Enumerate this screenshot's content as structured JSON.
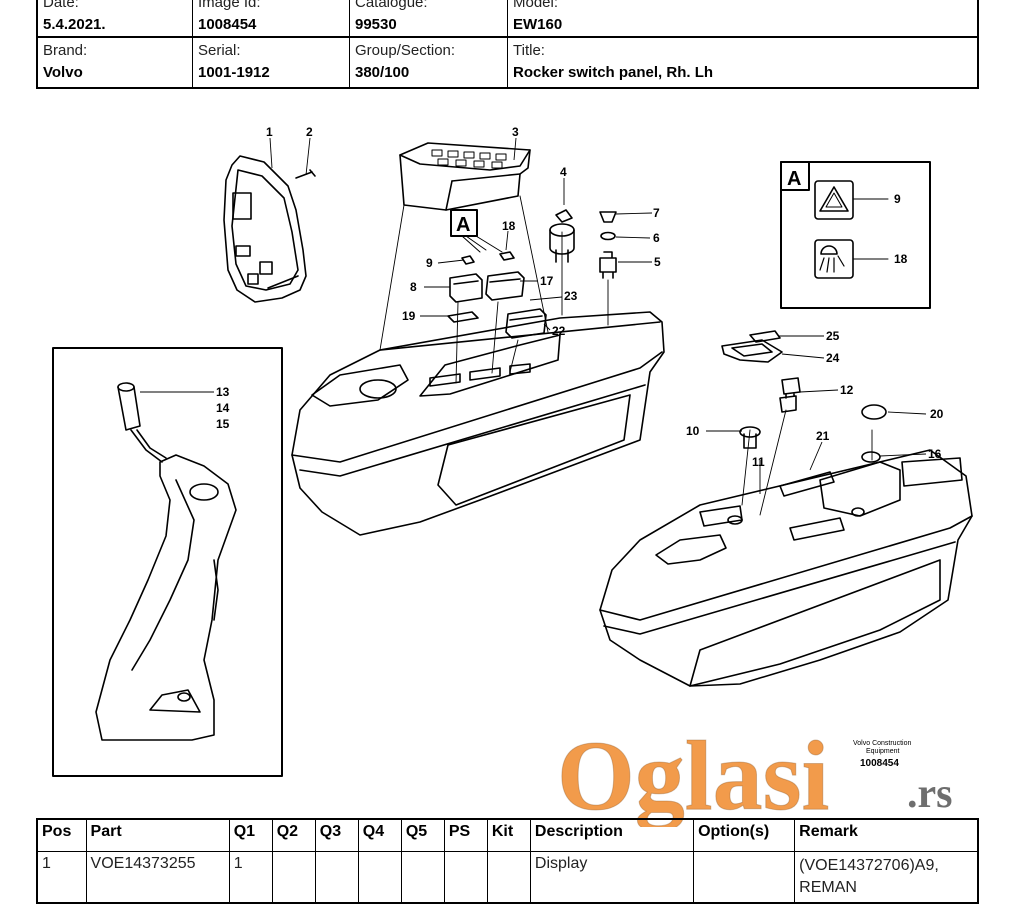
{
  "header": {
    "date_label": "Date:",
    "date_value": "5.4.2021.",
    "image_label": "Image Id:",
    "image_value": "1008454",
    "catalogue_label": "Catalogue:",
    "catalogue_value": "99530",
    "model_label": "Model:",
    "model_value": "EW160",
    "brand_label": "Brand:",
    "brand_value": "Volvo",
    "serial_label": "Serial:",
    "serial_value": "1001-1912",
    "group_label": "Group/Section:",
    "group_value": "380/100",
    "title_label": "Title:",
    "title_value": "Rocker switch panel, Rh. Lh"
  },
  "diagram": {
    "callouts": {
      "n1": "1",
      "n2": "2",
      "n3": "3",
      "n4": "4",
      "n5": "5",
      "n6": "6",
      "n7": "7",
      "n8": "8",
      "n9": "9",
      "n10": "10",
      "n11": "11",
      "n12": "12",
      "n13": "13",
      "n14": "14",
      "n15": "15",
      "n16": "16",
      "n17": "17",
      "n18": "18",
      "n19": "19",
      "n20": "20",
      "n21": "21",
      "n22": "22",
      "n23": "23",
      "n24": "24",
      "n25": "25",
      "detail_9": "9",
      "detail_18": "18",
      "inset_9": "9",
      "inset_18": "18"
    },
    "detail_letter": "A",
    "inset_letter": "A",
    "stamp_line1": "Volvo Construction",
    "stamp_line2": "Equipment",
    "stamp_id": "1008454"
  },
  "parts_table": {
    "headers": [
      "Pos",
      "Part",
      "Q1",
      "Q2",
      "Q3",
      "Q4",
      "Q5",
      "PS",
      "Kit",
      "Description",
      "Option(s)",
      "Remark"
    ],
    "rows": [
      {
        "pos": "1",
        "part": "VOE14373255",
        "q1": "1",
        "q2": "",
        "q3": "",
        "q4": "",
        "q5": "",
        "ps": "",
        "kit": "",
        "description": "Display",
        "options": "",
        "remark": "(VOE14372706)A9, REMAN"
      }
    ]
  },
  "watermark": {
    "text": "Oglasi",
    "suffix": ".rs"
  }
}
